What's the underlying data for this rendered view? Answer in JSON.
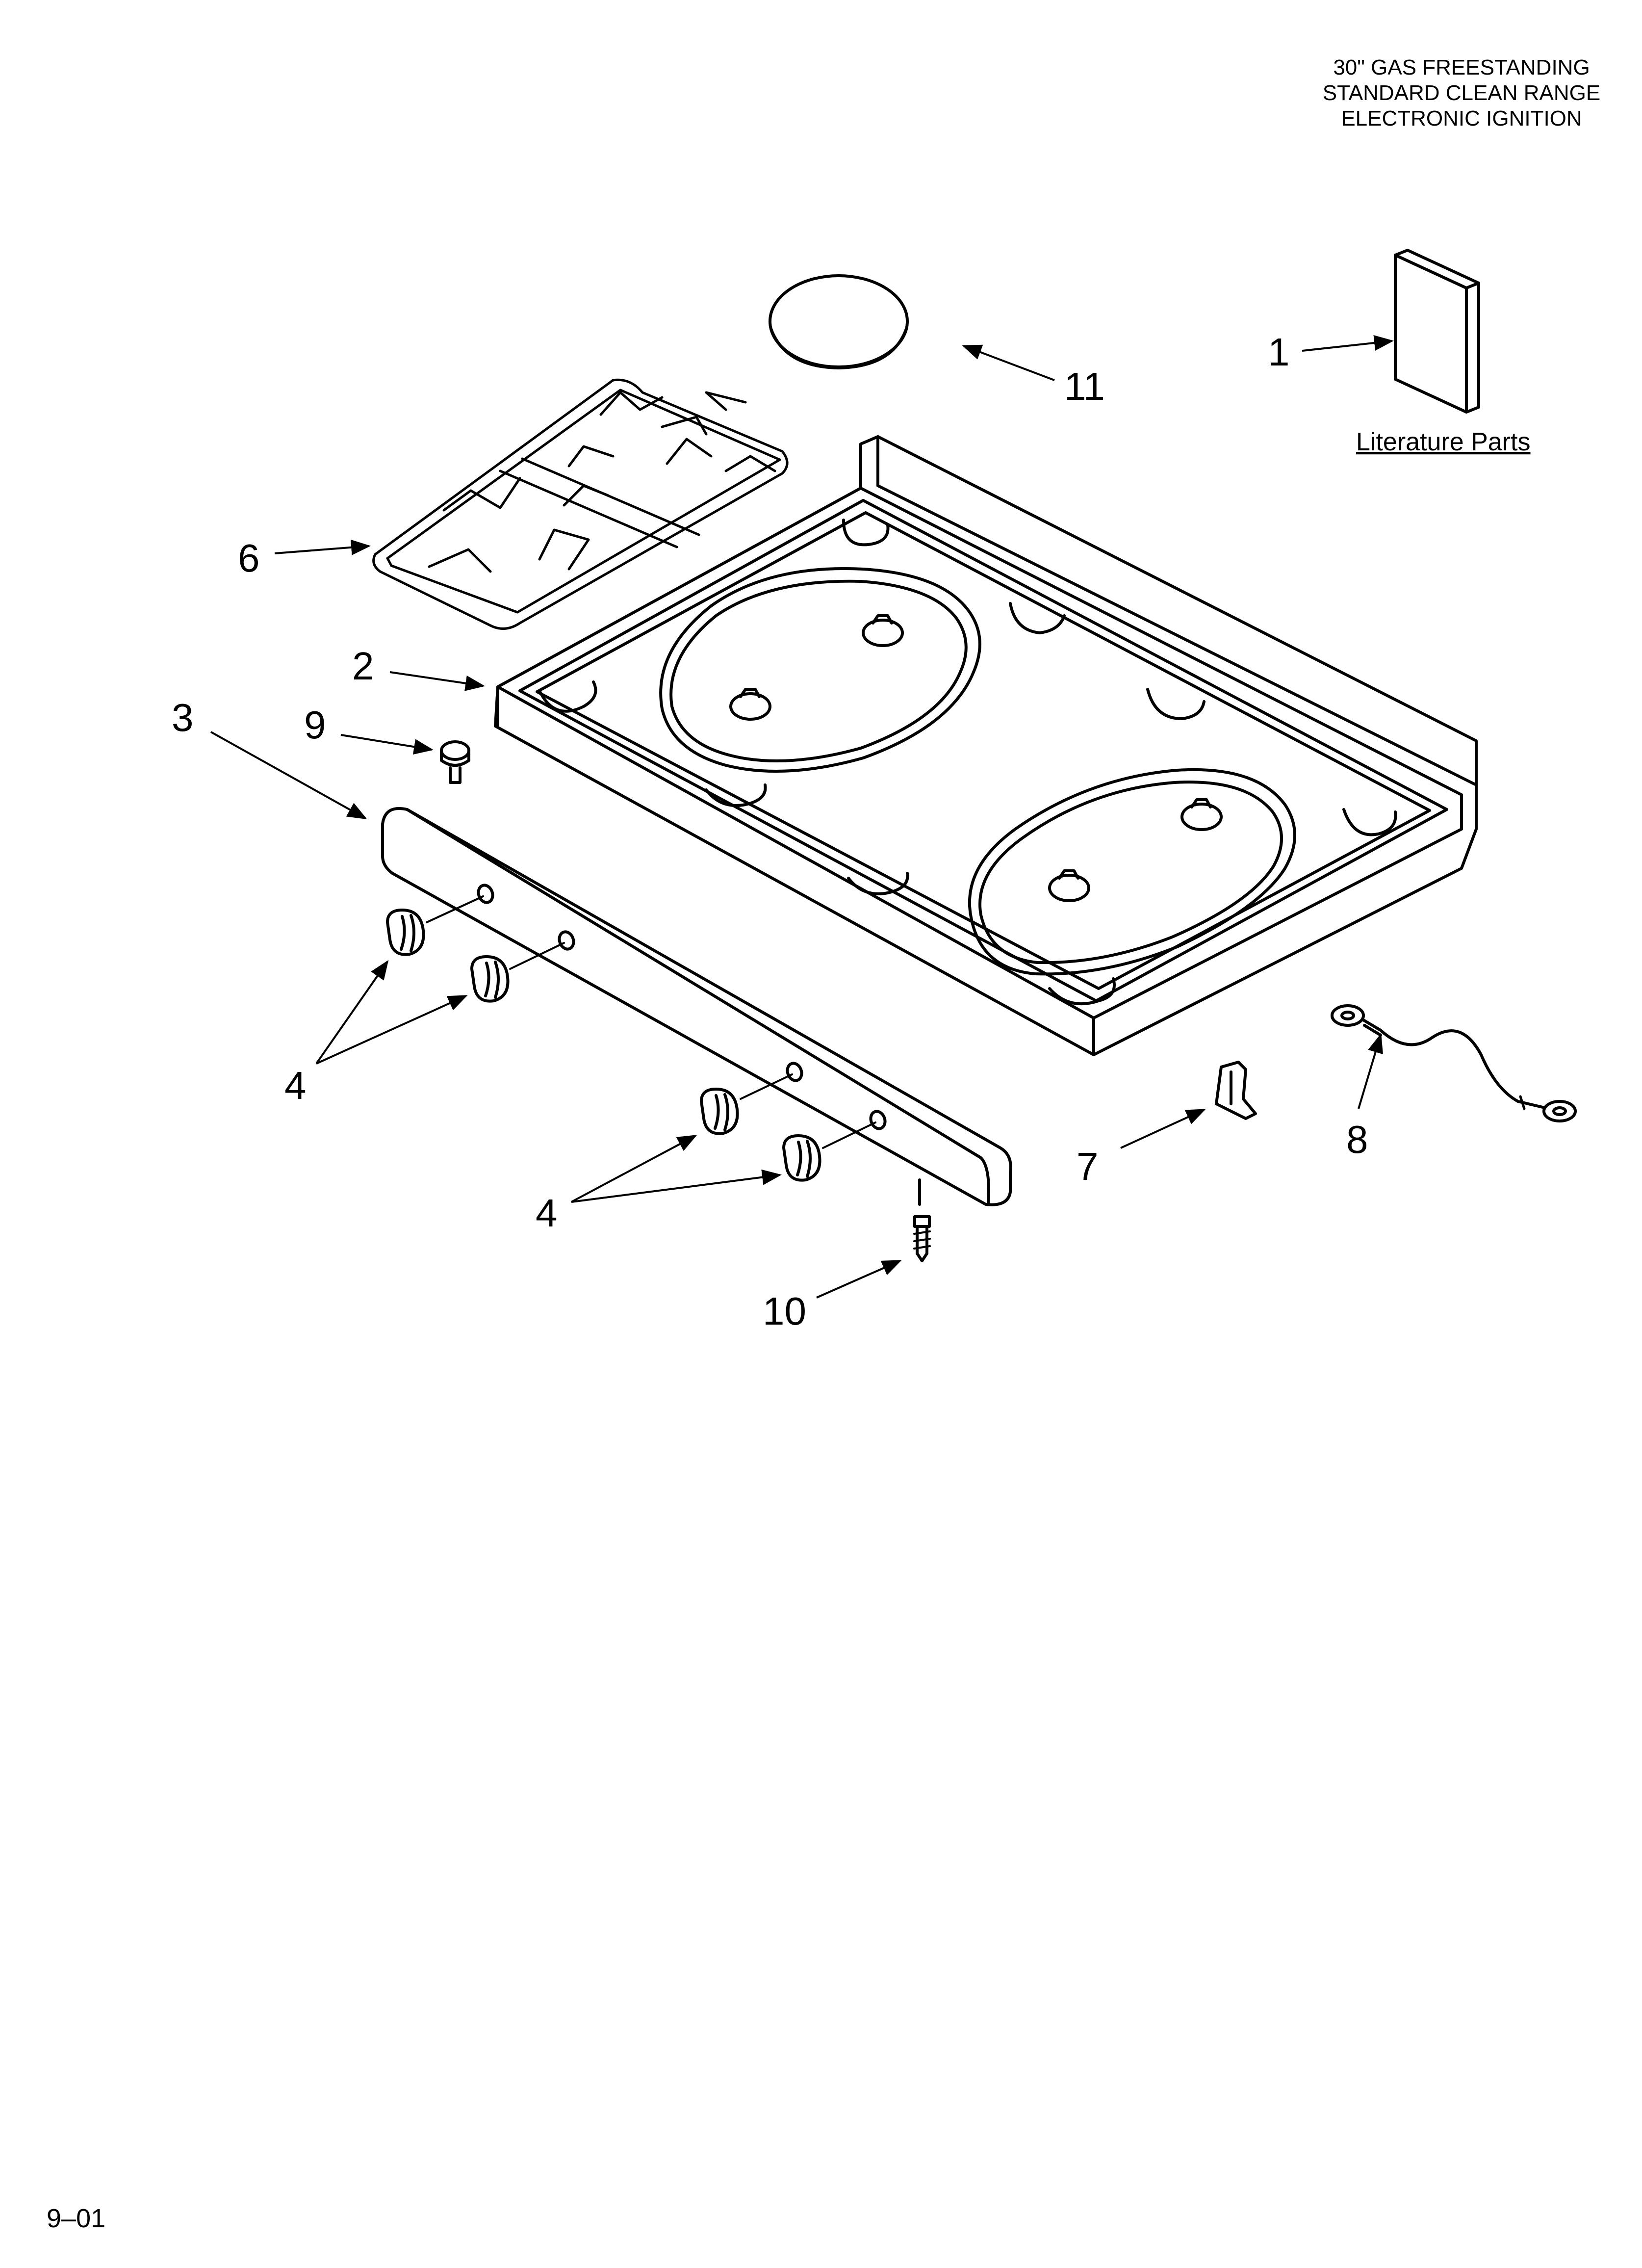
{
  "header": {
    "lines": [
      "30\" GAS FREESTANDING",
      "STANDARD CLEAN RANGE",
      "ELECTRONIC IGNITION"
    ]
  },
  "callouts": {
    "c1": "1",
    "c2": "2",
    "c3": "3",
    "c4a": "4",
    "c4b": "4",
    "c6": "6",
    "c7": "7",
    "c8": "8",
    "c9": "9",
    "c10": "10",
    "c11": "11"
  },
  "literature_label": "Literature Parts",
  "footer_code": "9–01"
}
